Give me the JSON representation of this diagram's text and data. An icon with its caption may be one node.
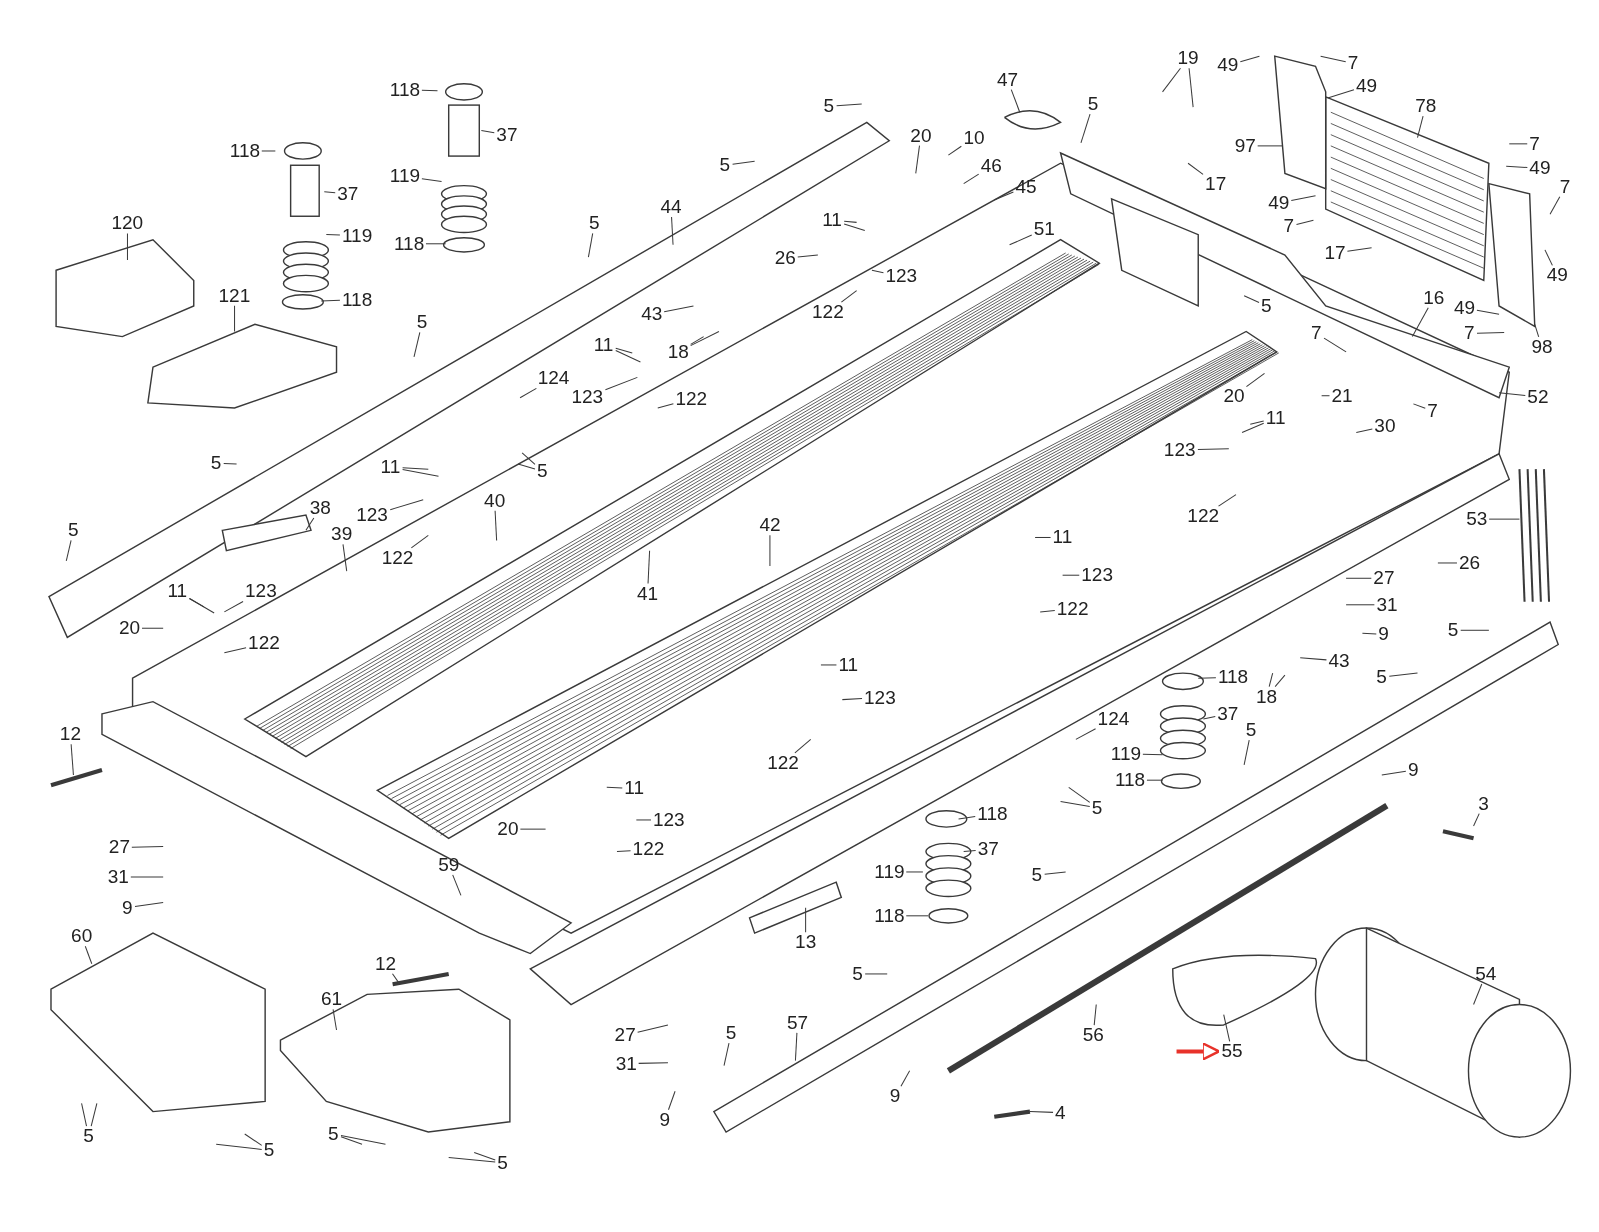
{
  "diagram": {
    "nodes": [
      {
        "text": [
          "118"
        ]
      },
      {
        "text": [
          "37"
        ]
      },
      {
        "text": [
          "118"
        ]
      },
      {
        "text": [
          "37"
        ]
      },
      {
        "text": [
          "119"
        ]
      },
      {
        "text": [
          "5"
        ]
      },
      {
        "text": [
          "47"
        ]
      },
      {
        "text": [
          "19"
        ]
      },
      {
        "text": [
          "49"
        ]
      },
      {
        "text": [
          "7"
        ]
      },
      {
        "text": [
          "49"
        ]
      },
      {
        "text": [
          "78"
        ]
      },
      {
        "text": [
          "7"
        ]
      },
      {
        "text": [
          "49"
        ]
      },
      {
        "text": [
          "7"
        ]
      },
      {
        "text": [
          "20"
        ]
      },
      {
        "text": [
          "10"
        ]
      },
      {
        "text": [
          "46"
        ]
      },
      {
        "text": [
          "45"
        ]
      },
      {
        "text": [
          "5"
        ]
      },
      {
        "text": [
          "97"
        ]
      },
      {
        "text": [
          "17"
        ]
      },
      {
        "text": [
          "5"
        ]
      },
      {
        "text": [
          "5"
        ]
      },
      {
        "text": [
          "44"
        ]
      },
      {
        "text": [
          "120"
        ]
      },
      {
        "text": [
          "119"
        ]
      },
      {
        "text": [
          "118"
        ]
      },
      {
        "text": [
          "11"
        ]
      },
      {
        "text": [
          "51"
        ]
      },
      {
        "text": [
          "49"
        ]
      },
      {
        "text": [
          "7"
        ]
      },
      {
        "text": [
          "17"
        ]
      },
      {
        "text": [
          "49"
        ]
      },
      {
        "text": [
          "121"
        ]
      },
      {
        "text": [
          "118"
        ]
      },
      {
        "text": [
          "26"
        ]
      },
      {
        "text": [
          "123"
        ]
      },
      {
        "text": [
          "43"
        ]
      },
      {
        "text": [
          "18"
        ]
      },
      {
        "text": [
          "122"
        ]
      },
      {
        "text": [
          "5"
        ]
      },
      {
        "text": [
          "16"
        ]
      },
      {
        "text": [
          "49"
        ]
      },
      {
        "text": [
          "7"
        ]
      },
      {
        "text": [
          "98"
        ]
      },
      {
        "text": [
          "5"
        ]
      },
      {
        "text": [
          "11"
        ]
      },
      {
        "text": [
          "7"
        ]
      },
      {
        "text": [
          "124"
        ]
      },
      {
        "text": [
          "123"
        ]
      },
      {
        "text": [
          "122"
        ]
      },
      {
        "text": [
          "20"
        ]
      },
      {
        "text": [
          "21"
        ]
      },
      {
        "text": [
          "52"
        ]
      },
      {
        "text": [
          "7"
        ]
      },
      {
        "text": [
          "30"
        ]
      },
      {
        "text": [
          "11"
        ]
      },
      {
        "text": [
          "5"
        ]
      },
      {
        "text": [
          "5"
        ]
      },
      {
        "text": [
          "11"
        ]
      },
      {
        "text": [
          "123"
        ]
      },
      {
        "text": [
          "40"
        ]
      },
      {
        "text": [
          "38"
        ]
      },
      {
        "text": [
          "39"
        ]
      },
      {
        "text": [
          "123"
        ]
      },
      {
        "text": [
          "42"
        ]
      },
      {
        "text": [
          "122"
        ]
      },
      {
        "text": [
          "53"
        ]
      },
      {
        "text": [
          "5"
        ]
      },
      {
        "text": [
          "11"
        ]
      },
      {
        "text": [
          "122"
        ]
      },
      {
        "text": [
          "123"
        ]
      },
      {
        "text": [
          "26"
        ]
      },
      {
        "text": [
          "41"
        ]
      },
      {
        "text": [
          "11"
        ]
      },
      {
        "text": [
          "123"
        ]
      },
      {
        "text": [
          "27"
        ]
      },
      {
        "text": [
          "31"
        ]
      },
      {
        "text": [
          "122"
        ]
      },
      {
        "text": [
          "20"
        ]
      },
      {
        "text": [
          "122"
        ]
      },
      {
        "text": [
          "9"
        ]
      },
      {
        "text": [
          "5"
        ]
      },
      {
        "text": [
          "43"
        ]
      },
      {
        "text": [
          "11"
        ]
      },
      {
        "text": [
          "118"
        ]
      },
      {
        "text": [
          "5"
        ]
      },
      {
        "text": [
          "18"
        ]
      },
      {
        "text": [
          "123"
        ]
      },
      {
        "text": [
          "37"
        ]
      },
      {
        "text": [
          "124"
        ]
      },
      {
        "text": [
          "5"
        ]
      },
      {
        "text": [
          "12"
        ]
      },
      {
        "text": [
          "122"
        ]
      },
      {
        "text": [
          "119"
        ]
      },
      {
        "text": [
          "118"
        ]
      },
      {
        "text": [
          "9"
        ]
      },
      {
        "text": [
          "11"
        ]
      },
      {
        "text": [
          "5"
        ]
      },
      {
        "text": [
          "3"
        ]
      },
      {
        "text": [
          "118"
        ]
      },
      {
        "text": [
          "123"
        ]
      },
      {
        "text": [
          "20"
        ]
      },
      {
        "text": [
          "27"
        ]
      },
      {
        "text": [
          "37"
        ]
      },
      {
        "text": [
          "122"
        ]
      },
      {
        "text": [
          "119"
        ]
      },
      {
        "text": [
          "5"
        ]
      },
      {
        "text": [
          "31"
        ]
      },
      {
        "text": [
          "59"
        ]
      },
      {
        "text": [
          "9"
        ]
      },
      {
        "text": [
          "118"
        ]
      },
      {
        "text": [
          "13"
        ]
      },
      {
        "text": [
          "60"
        ]
      },
      {
        "text": [
          "12"
        ]
      },
      {
        "text": [
          "5"
        ]
      },
      {
        "text": [
          "54"
        ]
      },
      {
        "text": [
          "61"
        ]
      },
      {
        "text": [
          "57"
        ]
      },
      {
        "text": [
          "27"
        ]
      },
      {
        "text": [
          "56"
        ]
      },
      {
        "text": [
          "5"
        ]
      },
      {
        "text": [
          "55"
        ]
      },
      {
        "text": [
          "31"
        ]
      },
      {
        "text": [
          "9"
        ]
      },
      {
        "text": [
          "9"
        ]
      },
      {
        "text": [
          "4"
        ]
      },
      {
        "text": [
          "5"
        ]
      },
      {
        "text": [
          "5"
        ]
      },
      {
        "text": [
          "5"
        ]
      },
      {
        "text": [
          "5"
        ]
      }
    ],
    "edges": [
      {
        "from": 0,
        "to": null,
        "arrow": "none"
      },
      {
        "from": 1,
        "to": null,
        "arrow": "none"
      },
      {
        "from": 2,
        "to": null,
        "arrow": "none"
      },
      {
        "from": 3,
        "to": null,
        "arrow": "none"
      },
      {
        "from": 4,
        "to": null,
        "arrow": "none"
      },
      {
        "from": 5,
        "to": null,
        "arrow": "none"
      },
      {
        "from": 6,
        "to": null,
        "arrow": "none"
      },
      {
        "from": 7,
        "to": null,
        "arrow": "none"
      },
      {
        "from": 7,
        "to": null,
        "arrow": "none"
      },
      {
        "from": 8,
        "to": null,
        "arrow": "none"
      },
      {
        "from": 9,
        "to": null,
        "arrow": "none"
      },
      {
        "from": 10,
        "to": null,
        "arrow": "none"
      },
      {
        "from": 11,
        "to": null,
        "arrow": "none"
      },
      {
        "from": 12,
        "to": null,
        "arrow": "none"
      },
      {
        "from": 13,
        "to": null,
        "arrow": "none"
      },
      {
        "from": 14,
        "to": null,
        "arrow": "none"
      },
      {
        "from": 15,
        "to": null,
        "arrow": "none"
      },
      {
        "from": 16,
        "to": null,
        "arrow": "none"
      },
      {
        "from": 17,
        "to": null,
        "arrow": "none"
      },
      {
        "from": 18,
        "to": null,
        "arrow": "none"
      },
      {
        "from": 19,
        "to": null,
        "arrow": "none"
      },
      {
        "from": 20,
        "to": null,
        "arrow": "none"
      },
      {
        "from": 21,
        "to": null,
        "arrow": "none"
      },
      {
        "from": 22,
        "to": null,
        "arrow": "none"
      },
      {
        "from": 23,
        "to": null,
        "arrow": "none"
      },
      {
        "from": 24,
        "to": null,
        "arrow": "none"
      },
      {
        "from": 25,
        "to": null,
        "arrow": "none"
      },
      {
        "from": 26,
        "to": null,
        "arrow": "none"
      },
      {
        "from": 27,
        "to": null,
        "arrow": "none"
      },
      {
        "from": 28,
        "to": null,
        "arrow": "none"
      },
      {
        "from": 28,
        "to": null,
        "arrow": "none"
      },
      {
        "from": 29,
        "to": null,
        "arrow": "none"
      },
      {
        "from": 30,
        "to": null,
        "arrow": "none"
      },
      {
        "from": 31,
        "to": null,
        "arrow": "none"
      },
      {
        "from": 32,
        "to": null,
        "arrow": "none"
      },
      {
        "from": 33,
        "to": null,
        "arrow": "none"
      },
      {
        "from": 34,
        "to": null,
        "arrow": "none"
      },
      {
        "from": 35,
        "to": null,
        "arrow": "none"
      },
      {
        "from": 36,
        "to": null,
        "arrow": "none"
      },
      {
        "from": 37,
        "to": null,
        "arrow": "none"
      },
      {
        "from": 38,
        "to": null,
        "arrow": "none"
      },
      {
        "from": 39,
        "to": null,
        "arrow": "none"
      },
      {
        "from": 39,
        "to": null,
        "arrow": "none"
      },
      {
        "from": 40,
        "to": null,
        "arrow": "none"
      },
      {
        "from": 41,
        "to": null,
        "arrow": "none"
      },
      {
        "from": 42,
        "to": null,
        "arrow": "none"
      },
      {
        "from": 43,
        "to": null,
        "arrow": "none"
      },
      {
        "from": 44,
        "to": null,
        "arrow": "none"
      },
      {
        "from": 45,
        "to": null,
        "arrow": "none"
      },
      {
        "from": 46,
        "to": null,
        "arrow": "none"
      },
      {
        "from": 47,
        "to": null,
        "arrow": "none"
      },
      {
        "from": 47,
        "to": null,
        "arrow": "none"
      },
      {
        "from": 48,
        "to": null,
        "arrow": "none"
      },
      {
        "from": 49,
        "to": null,
        "arrow": "none"
      },
      {
        "from": 50,
        "to": null,
        "arrow": "none"
      },
      {
        "from": 51,
        "to": null,
        "arrow": "none"
      },
      {
        "from": 52,
        "to": null,
        "arrow": "none"
      },
      {
        "from": 53,
        "to": null,
        "arrow": "none"
      },
      {
        "from": 54,
        "to": null,
        "arrow": "none"
      },
      {
        "from": 55,
        "to": null,
        "arrow": "none"
      },
      {
        "from": 56,
        "to": null,
        "arrow": "none"
      },
      {
        "from": 57,
        "to": null,
        "arrow": "none"
      },
      {
        "from": 57,
        "to": null,
        "arrow": "none"
      },
      {
        "from": 58,
        "to": null,
        "arrow": "none"
      },
      {
        "from": 59,
        "to": null,
        "arrow": "none"
      },
      {
        "from": 59,
        "to": null,
        "arrow": "none"
      },
      {
        "from": 60,
        "to": null,
        "arrow": "none"
      },
      {
        "from": 60,
        "to": null,
        "arrow": "none"
      },
      {
        "from": 61,
        "to": null,
        "arrow": "none"
      },
      {
        "from": 62,
        "to": null,
        "arrow": "none"
      },
      {
        "from": 63,
        "to": null,
        "arrow": "none"
      },
      {
        "from": 64,
        "to": null,
        "arrow": "none"
      },
      {
        "from": 65,
        "to": null,
        "arrow": "none"
      },
      {
        "from": 66,
        "to": null,
        "arrow": "none"
      },
      {
        "from": 67,
        "to": null,
        "arrow": "none"
      },
      {
        "from": 68,
        "to": null,
        "arrow": "none"
      },
      {
        "from": 69,
        "to": null,
        "arrow": "none"
      },
      {
        "from": 70,
        "to": null,
        "arrow": "none"
      },
      {
        "from": 71,
        "to": null,
        "arrow": "none"
      },
      {
        "from": 72,
        "to": null,
        "arrow": "none"
      },
      {
        "from": 73,
        "to": null,
        "arrow": "none"
      },
      {
        "from": 74,
        "to": null,
        "arrow": "none"
      },
      {
        "from": 75,
        "to": null,
        "arrow": "none"
      },
      {
        "from": 75,
        "to": null,
        "arrow": "none"
      },
      {
        "from": 76,
        "to": null,
        "arrow": "none"
      },
      {
        "from": 77,
        "to": null,
        "arrow": "none"
      },
      {
        "from": 78,
        "to": null,
        "arrow": "none"
      },
      {
        "from": 79,
        "to": null,
        "arrow": "none"
      },
      {
        "from": 80,
        "to": null,
        "arrow": "none"
      },
      {
        "from": 81,
        "to": null,
        "arrow": "none"
      },
      {
        "from": 82,
        "to": null,
        "arrow": "none"
      },
      {
        "from": 83,
        "to": null,
        "arrow": "none"
      },
      {
        "from": 84,
        "to": null,
        "arrow": "none"
      },
      {
        "from": 85,
        "to": null,
        "arrow": "none"
      },
      {
        "from": 86,
        "to": null,
        "arrow": "none"
      },
      {
        "from": 87,
        "to": null,
        "arrow": "none"
      },
      {
        "from": 88,
        "to": null,
        "arrow": "none"
      },
      {
        "from": 88,
        "to": null,
        "arrow": "none"
      },
      {
        "from": 89,
        "to": null,
        "arrow": "none"
      },
      {
        "from": 90,
        "to": null,
        "arrow": "none"
      },
      {
        "from": 91,
        "to": null,
        "arrow": "none"
      },
      {
        "from": 92,
        "to": null,
        "arrow": "none"
      },
      {
        "from": 93,
        "to": null,
        "arrow": "none"
      },
      {
        "from": 94,
        "to": null,
        "arrow": "none"
      },
      {
        "from": 95,
        "to": null,
        "arrow": "none"
      },
      {
        "from": 96,
        "to": null,
        "arrow": "none"
      },
      {
        "from": 97,
        "to": null,
        "arrow": "none"
      },
      {
        "from": 98,
        "to": null,
        "arrow": "none"
      },
      {
        "from": 99,
        "to": null,
        "arrow": "none"
      },
      {
        "from": 99,
        "to": null,
        "arrow": "none"
      },
      {
        "from": 100,
        "to": null,
        "arrow": "none"
      },
      {
        "from": 101,
        "to": null,
        "arrow": "none"
      },
      {
        "from": 102,
        "to": null,
        "arrow": "none"
      },
      {
        "from": 103,
        "to": null,
        "arrow": "none"
      },
      {
        "from": 104,
        "to": null,
        "arrow": "none"
      },
      {
        "from": 105,
        "to": null,
        "arrow": "none"
      },
      {
        "from": 106,
        "to": null,
        "arrow": "none"
      },
      {
        "from": 107,
        "to": null,
        "arrow": "none"
      },
      {
        "from": 108,
        "to": null,
        "arrow": "none"
      },
      {
        "from": 109,
        "to": null,
        "arrow": "none"
      },
      {
        "from": 110,
        "to": null,
        "arrow": "none"
      },
      {
        "from": 111,
        "to": null,
        "arrow": "none"
      },
      {
        "from": 112,
        "to": null,
        "arrow": "none"
      },
      {
        "from": 113,
        "to": null,
        "arrow": "none"
      },
      {
        "from": 114,
        "to": null,
        "arrow": "none"
      },
      {
        "from": 115,
        "to": null,
        "arrow": "none"
      },
      {
        "from": 116,
        "to": null,
        "arrow": "none"
      },
      {
        "from": 117,
        "to": null,
        "arrow": "none"
      },
      {
        "from": 118,
        "to": null,
        "arrow": "none"
      },
      {
        "from": 119,
        "to": null,
        "arrow": "none"
      },
      {
        "from": 120,
        "to": null,
        "arrow": "none"
      },
      {
        "from": 121,
        "to": null,
        "arrow": "none"
      },
      {
        "from": 122,
        "to": null,
        "arrow": "none"
      },
      {
        "from": 123,
        "to": null,
        "arrow": "none"
      },
      {
        "from": 124,
        "to": null,
        "arrow": "none"
      },
      {
        "from": 125,
        "to": null,
        "arrow": "none"
      },
      {
        "from": 126,
        "to": null,
        "arrow": "none"
      },
      {
        "from": 127,
        "to": null,
        "arrow": "none"
      },
      {
        "from": 128,
        "to": null,
        "arrow": "none"
      },
      {
        "from": 128,
        "to": null,
        "arrow": "none"
      },
      {
        "from": 129,
        "to": null,
        "arrow": "none"
      },
      {
        "from": 129,
        "to": null,
        "arrow": "none"
      },
      {
        "from": 130,
        "to": null,
        "arrow": "none"
      },
      {
        "from": 130,
        "to": null,
        "arrow": "none"
      },
      {
        "from": 131,
        "to": null,
        "arrow": "none"
      },
      {
        "from": 131,
        "to": null,
        "arrow": "none"
      },
      {
        "from": null,
        "to": 123,
        "arrow": "to",
        "style": "thick",
        "color": "#e8322a"
      }
    ]
  }
}
